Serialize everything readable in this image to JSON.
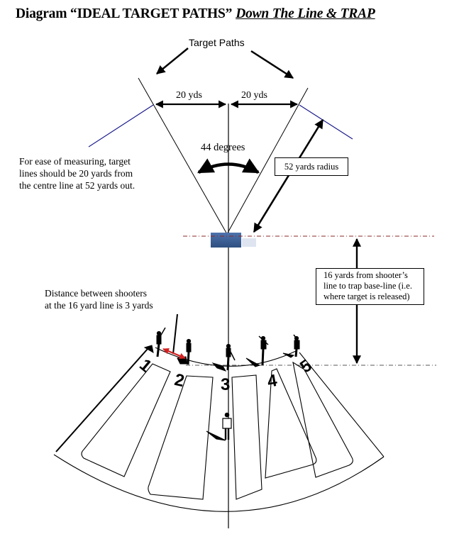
{
  "title": {
    "main": "Diagram “IDEAL TARGET PATHS”",
    "subtitle": "Down The Line & TRAP"
  },
  "labels": {
    "target_paths": "Target Paths",
    "left_distance": "20 yds",
    "right_distance": "20 yds",
    "angle": "44 degrees",
    "radius_box": "52 yards radius",
    "measuring_note": [
      "For ease of measuring, target",
      "lines should be 20 yards from",
      "the centre line at 52 yards out."
    ],
    "baseline_box": [
      "16 yards from shooter’s",
      "line to trap base-line (i.e.",
      "where target is released)"
    ],
    "shooter_distance_note": [
      "Distance between shooters",
      "at the 16 yard line is 3 yards"
    ]
  },
  "stations": [
    "1",
    "2",
    "3",
    "4",
    "5"
  ],
  "colors": {
    "target_line": "#1a1a8c",
    "trap_house": "#3b5f96",
    "base_line": "#8b2a2a",
    "shooter_gap_arrow": "#d42020"
  },
  "measurements": {
    "target_offset_yds": 20,
    "spread_angle_deg": 44,
    "radius_yds": 52,
    "shooter_to_trap_yds": 16,
    "shooter_spacing_yds": 3
  }
}
